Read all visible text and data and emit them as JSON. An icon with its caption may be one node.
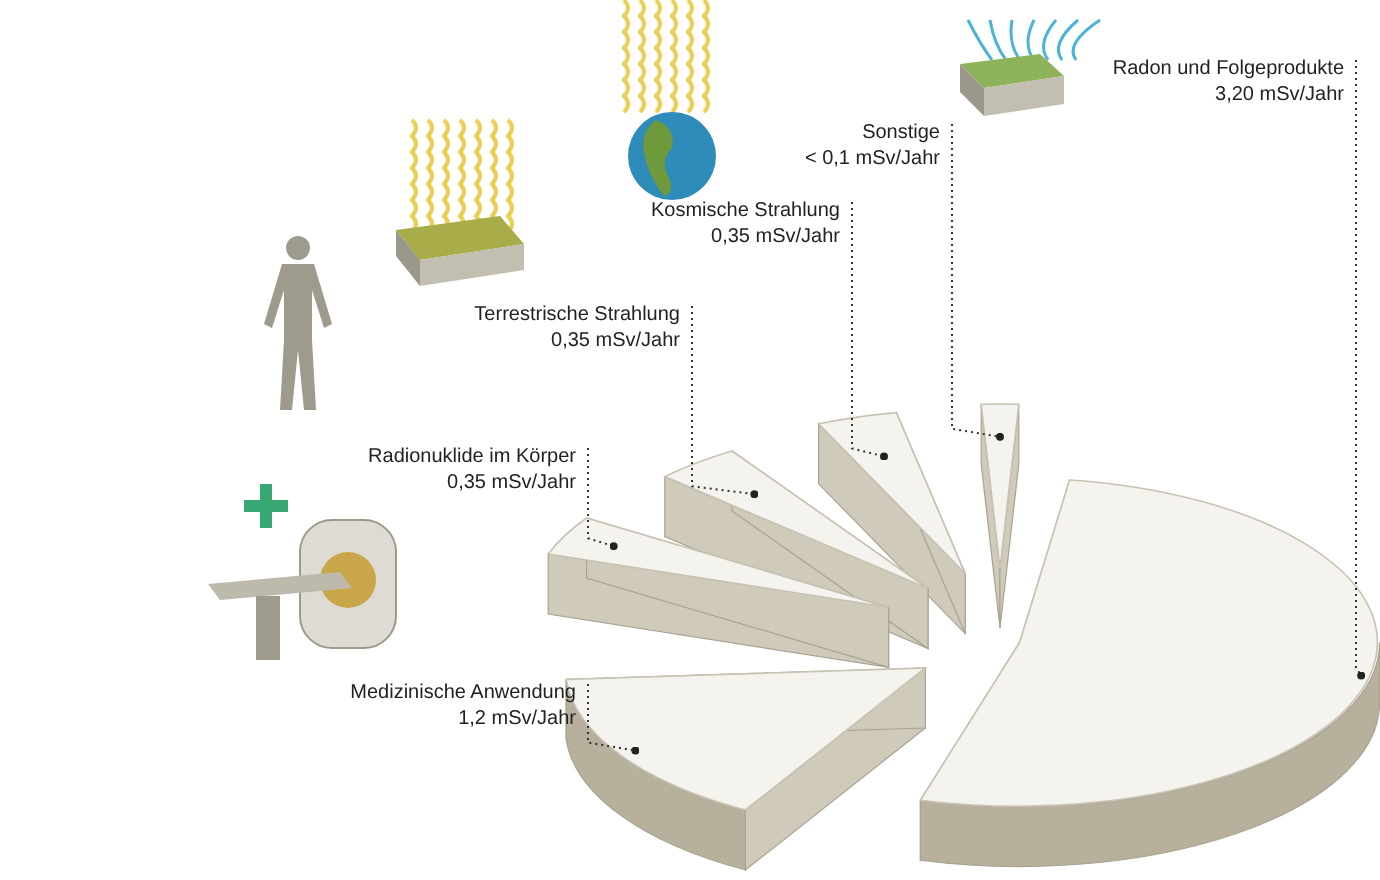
{
  "diagram": {
    "nodes": [
      {
        "text": [
          "Radon und Folgeprodukte",
          "3,20 mSv/Jahr"
        ]
      },
      {
        "text": [
          "Sonstige",
          "< 0,1 mSv/Jahr"
        ]
      },
      {
        "text": [
          "Kosmische Strahlung",
          "0,35 mSv/Jahr"
        ]
      },
      {
        "text": [
          "Terrestrische Strahlung",
          "0,35 mSv/Jahr"
        ]
      },
      {
        "text": [
          "Radionuklide im Körper",
          "0,35 mSv/Jahr"
        ]
      },
      {
        "text": [
          "Medizinische Anwendung",
          "1,2 mSv/Jahr"
        ]
      },
      {
        "text": [],
        "shape": "wedge"
      },
      {
        "text": [],
        "shape": "wedge"
      },
      {
        "text": [],
        "shape": "wedge"
      },
      {
        "text": [],
        "shape": "wedge"
      },
      {
        "text": [],
        "shape": "wedge"
      },
      {
        "text": [],
        "shape": "wedge"
      }
    ],
    "edges": [
      {
        "from": 0,
        "to": 6,
        "arrow": "other"
      },
      {
        "from": 1,
        "to": 7,
        "arrow": "other"
      },
      {
        "from": 2,
        "to": 8,
        "arrow": "other"
      },
      {
        "from": 3,
        "to": 9,
        "arrow": "other"
      },
      {
        "from": 4,
        "to": 10,
        "arrow": "other"
      },
      {
        "from": 5,
        "to": 11,
        "arrow": "other"
      }
    ]
  }
}
